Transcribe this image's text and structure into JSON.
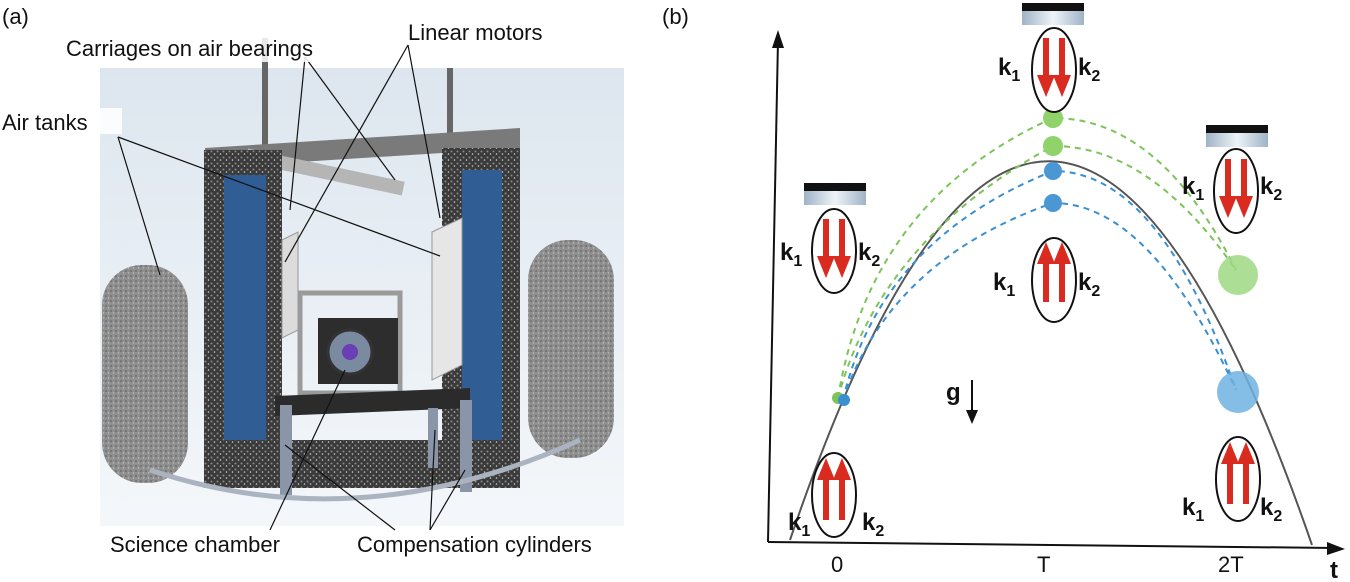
{
  "panel_a": {
    "tag": "(a)",
    "labels": {
      "carriages": "Carriages on air bearings",
      "linear_motors": "Linear motors",
      "air_tanks": "Air tanks",
      "science_chamber": "Science chamber",
      "compensation_cylinders": "Compensation cylinders"
    }
  },
  "panel_b": {
    "tag": "(b)",
    "x_ticks": [
      "0",
      "T",
      "2T"
    ],
    "t_axis": "t",
    "gravity": "g",
    "wavevectors": {
      "k1_base": "k",
      "k1_sub": "1",
      "k2_base": "k",
      "k2_sub": "2"
    },
    "colors": {
      "arrows": "#d92b20",
      "green_path": "#7cc45a",
      "blue_path": "#3a8fd0",
      "trajectory": "#555555"
    }
  }
}
